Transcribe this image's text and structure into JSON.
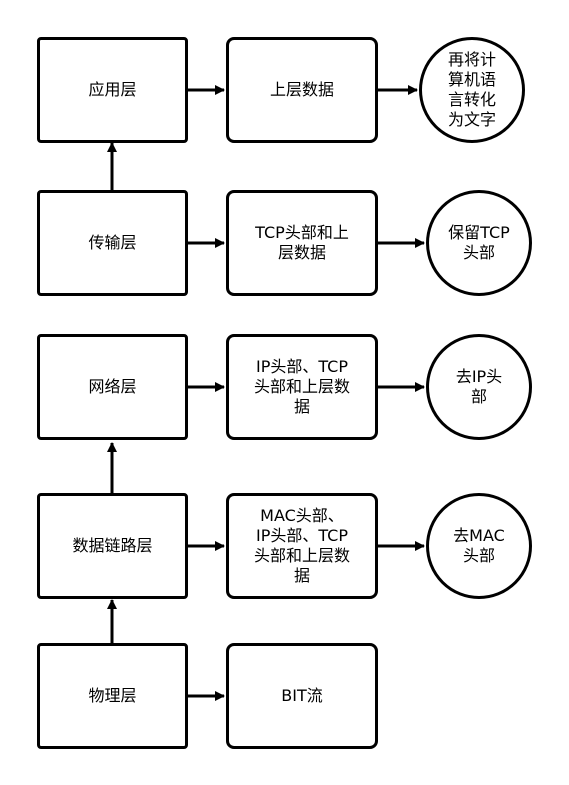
{
  "layers": {
    "application": "应用层",
    "transport": "传输层",
    "network": "网络层",
    "datalink": "数据链路层",
    "physical": "物理层"
  },
  "data_boxes": {
    "app_data": "上层数据",
    "transport_data": "TCP头部和上\n层数据",
    "network_data": "IP头部、TCP\n头部和上层数\n据",
    "datalink_data": "MAC头部、\nIP头部、TCP\n头部和上层数\n据",
    "physical_data": "BIT流"
  },
  "circles": {
    "app_result": "再将计\n算机语\n言转化\n为文字",
    "transport_result": "保留TCP\n头部",
    "network_result": "去IP头\n部",
    "datalink_result": "去MAC\n头部"
  }
}
